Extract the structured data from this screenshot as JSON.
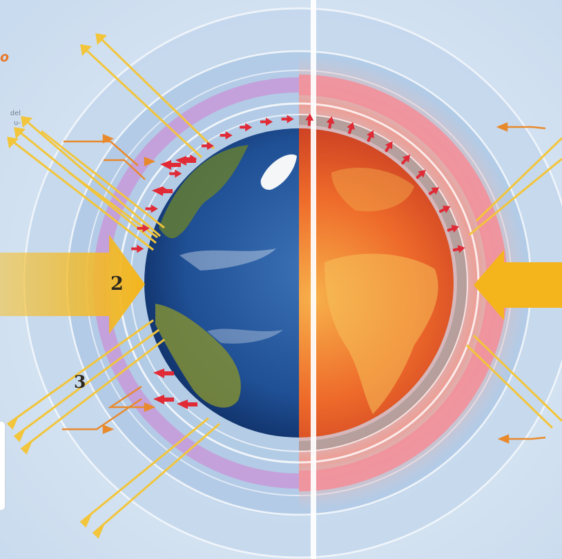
{
  "fragments": {
    "title": "o",
    "body_lines": [
      "del",
      "u-"
    ]
  },
  "labels": {
    "number_2": "2",
    "number_3": "3"
  },
  "colors": {
    "background": "#d7e4f2",
    "layer_blue": "#aac4e2",
    "layer_purple": "#c79ad8",
    "layer_warm": "#f2909a",
    "arrow_yellow": "#f6c12a",
    "arrow_orange": "#e8892c",
    "reemit_red": "#e02a36",
    "divider": "#ffffff"
  },
  "icons": [
    "earth-globe",
    "heated-earth-globe",
    "sunlight-arrow",
    "reflected-ray-arrow",
    "reemitted-heat-arrow"
  ]
}
